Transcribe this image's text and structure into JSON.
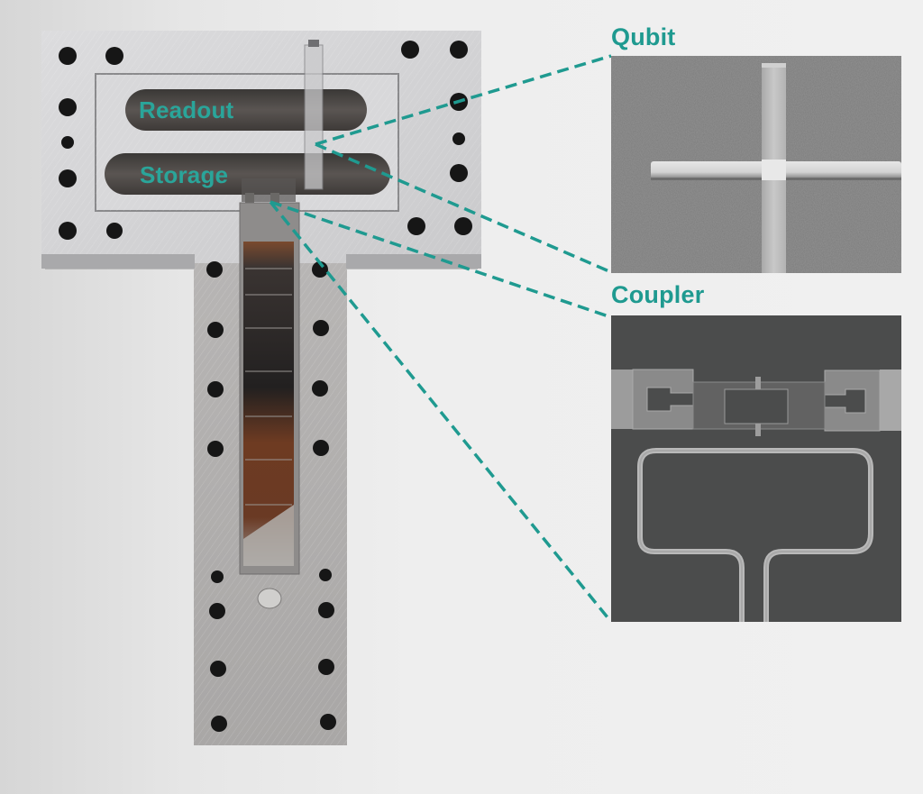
{
  "figure": {
    "description": "Photograph of a machined aluminum T-shaped 3D cavity package with SEM insets of the qubit junction and coupler",
    "accent_color": "#1f9a90"
  },
  "cavity_labels": {
    "readout": "Readout",
    "storage": "Storage"
  },
  "insets": [
    {
      "id": "qubit",
      "title": "Qubit",
      "image": "SEM of crossed Josephson junction electrodes"
    },
    {
      "id": "coupler",
      "title": "Coupler",
      "image": "SEM of coupler pads with loop"
    }
  ],
  "callouts": [
    {
      "from": "qubit-junction-point",
      "to": "qubit-inset",
      "style": "dashed",
      "color": "#1f9a90"
    },
    {
      "from": "coupler-point",
      "to": "coupler-inset",
      "style": "dashed",
      "color": "#1f9a90"
    }
  ]
}
